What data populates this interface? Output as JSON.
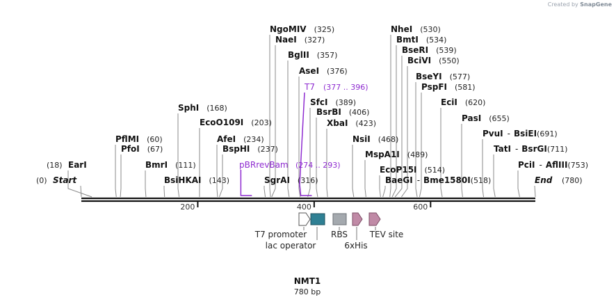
{
  "watermark": {
    "prefix": "Created by",
    "brand": "SnapGene"
  },
  "sequence": {
    "name": "NMT1",
    "length_label": "780 bp",
    "length": 780
  },
  "ruler": {
    "ticks": [
      200,
      400,
      600
    ]
  },
  "ends": [
    {
      "name": "Start",
      "position": 0
    },
    {
      "name": "End",
      "position": 780
    }
  ],
  "enzymes": [
    {
      "name": "EarI",
      "position": 18
    },
    {
      "name": "PflMI",
      "position": 60
    },
    {
      "name": "PfoI",
      "position": 67
    },
    {
      "name": "BmrI",
      "position": 111
    },
    {
      "name": "BsiHKAI",
      "position": 143
    },
    {
      "name": "SphI",
      "position": 168
    },
    {
      "name": "EcoO109I",
      "position": 203
    },
    {
      "name": "AfeI",
      "position": 234
    },
    {
      "name": "BspHI",
      "position": 237
    },
    {
      "name": "SgrAI",
      "position": 316
    },
    {
      "name": "NgoMIV",
      "position": 325
    },
    {
      "name": "NaeI",
      "position": 327
    },
    {
      "name": "BglII",
      "position": 357
    },
    {
      "name": "AseI",
      "position": 376
    },
    {
      "name": "SfcI",
      "position": 389
    },
    {
      "name": "BsrBI",
      "position": 406
    },
    {
      "name": "XbaI",
      "position": 423
    },
    {
      "name": "NsiI",
      "position": 468
    },
    {
      "name": "MspA1I",
      "position": 489
    },
    {
      "name": "EcoP15I",
      "position": 514
    },
    {
      "name": "BaeGI · Bme1580I",
      "position": 518
    },
    {
      "name": "NheI",
      "position": 530
    },
    {
      "name": "BmtI",
      "position": 534
    },
    {
      "name": "BseRI",
      "position": 539
    },
    {
      "name": "BciVI",
      "position": 550
    },
    {
      "name": "BseYI",
      "position": 577
    },
    {
      "name": "PspFI",
      "position": 581
    },
    {
      "name": "EciI",
      "position": 620
    },
    {
      "name": "PasI",
      "position": 655
    },
    {
      "name": "PvuI · BsiEI",
      "position": 691
    },
    {
      "name": "TatI · BsrGI",
      "position": 711
    },
    {
      "name": "PciI · AflIII",
      "position": 753
    }
  ],
  "primers": [
    {
      "name": "pBRrevBam",
      "range": "(274 .. 293)",
      "start": 274,
      "end": 293
    },
    {
      "name": "T7",
      "range": "(377 .. 396)",
      "start": 377,
      "end": 396
    }
  ],
  "features": [
    {
      "name": "T7 promoter",
      "shape": "arrow-outline"
    },
    {
      "name": "lac operator",
      "shape": "box-teal"
    },
    {
      "name": "RBS",
      "shape": "box-gray"
    },
    {
      "name": "6xHis",
      "shape": "arrow-mauve"
    },
    {
      "name": "TEV site",
      "shape": "arrow-mauve"
    }
  ],
  "colors": {
    "backbone": "#111111",
    "site_line": "#888888",
    "primer": "#8e2bd0",
    "lac_operator": "#2f8094",
    "rbs": "#a4a9ae",
    "arrow_mauve": "#c08aa6"
  }
}
